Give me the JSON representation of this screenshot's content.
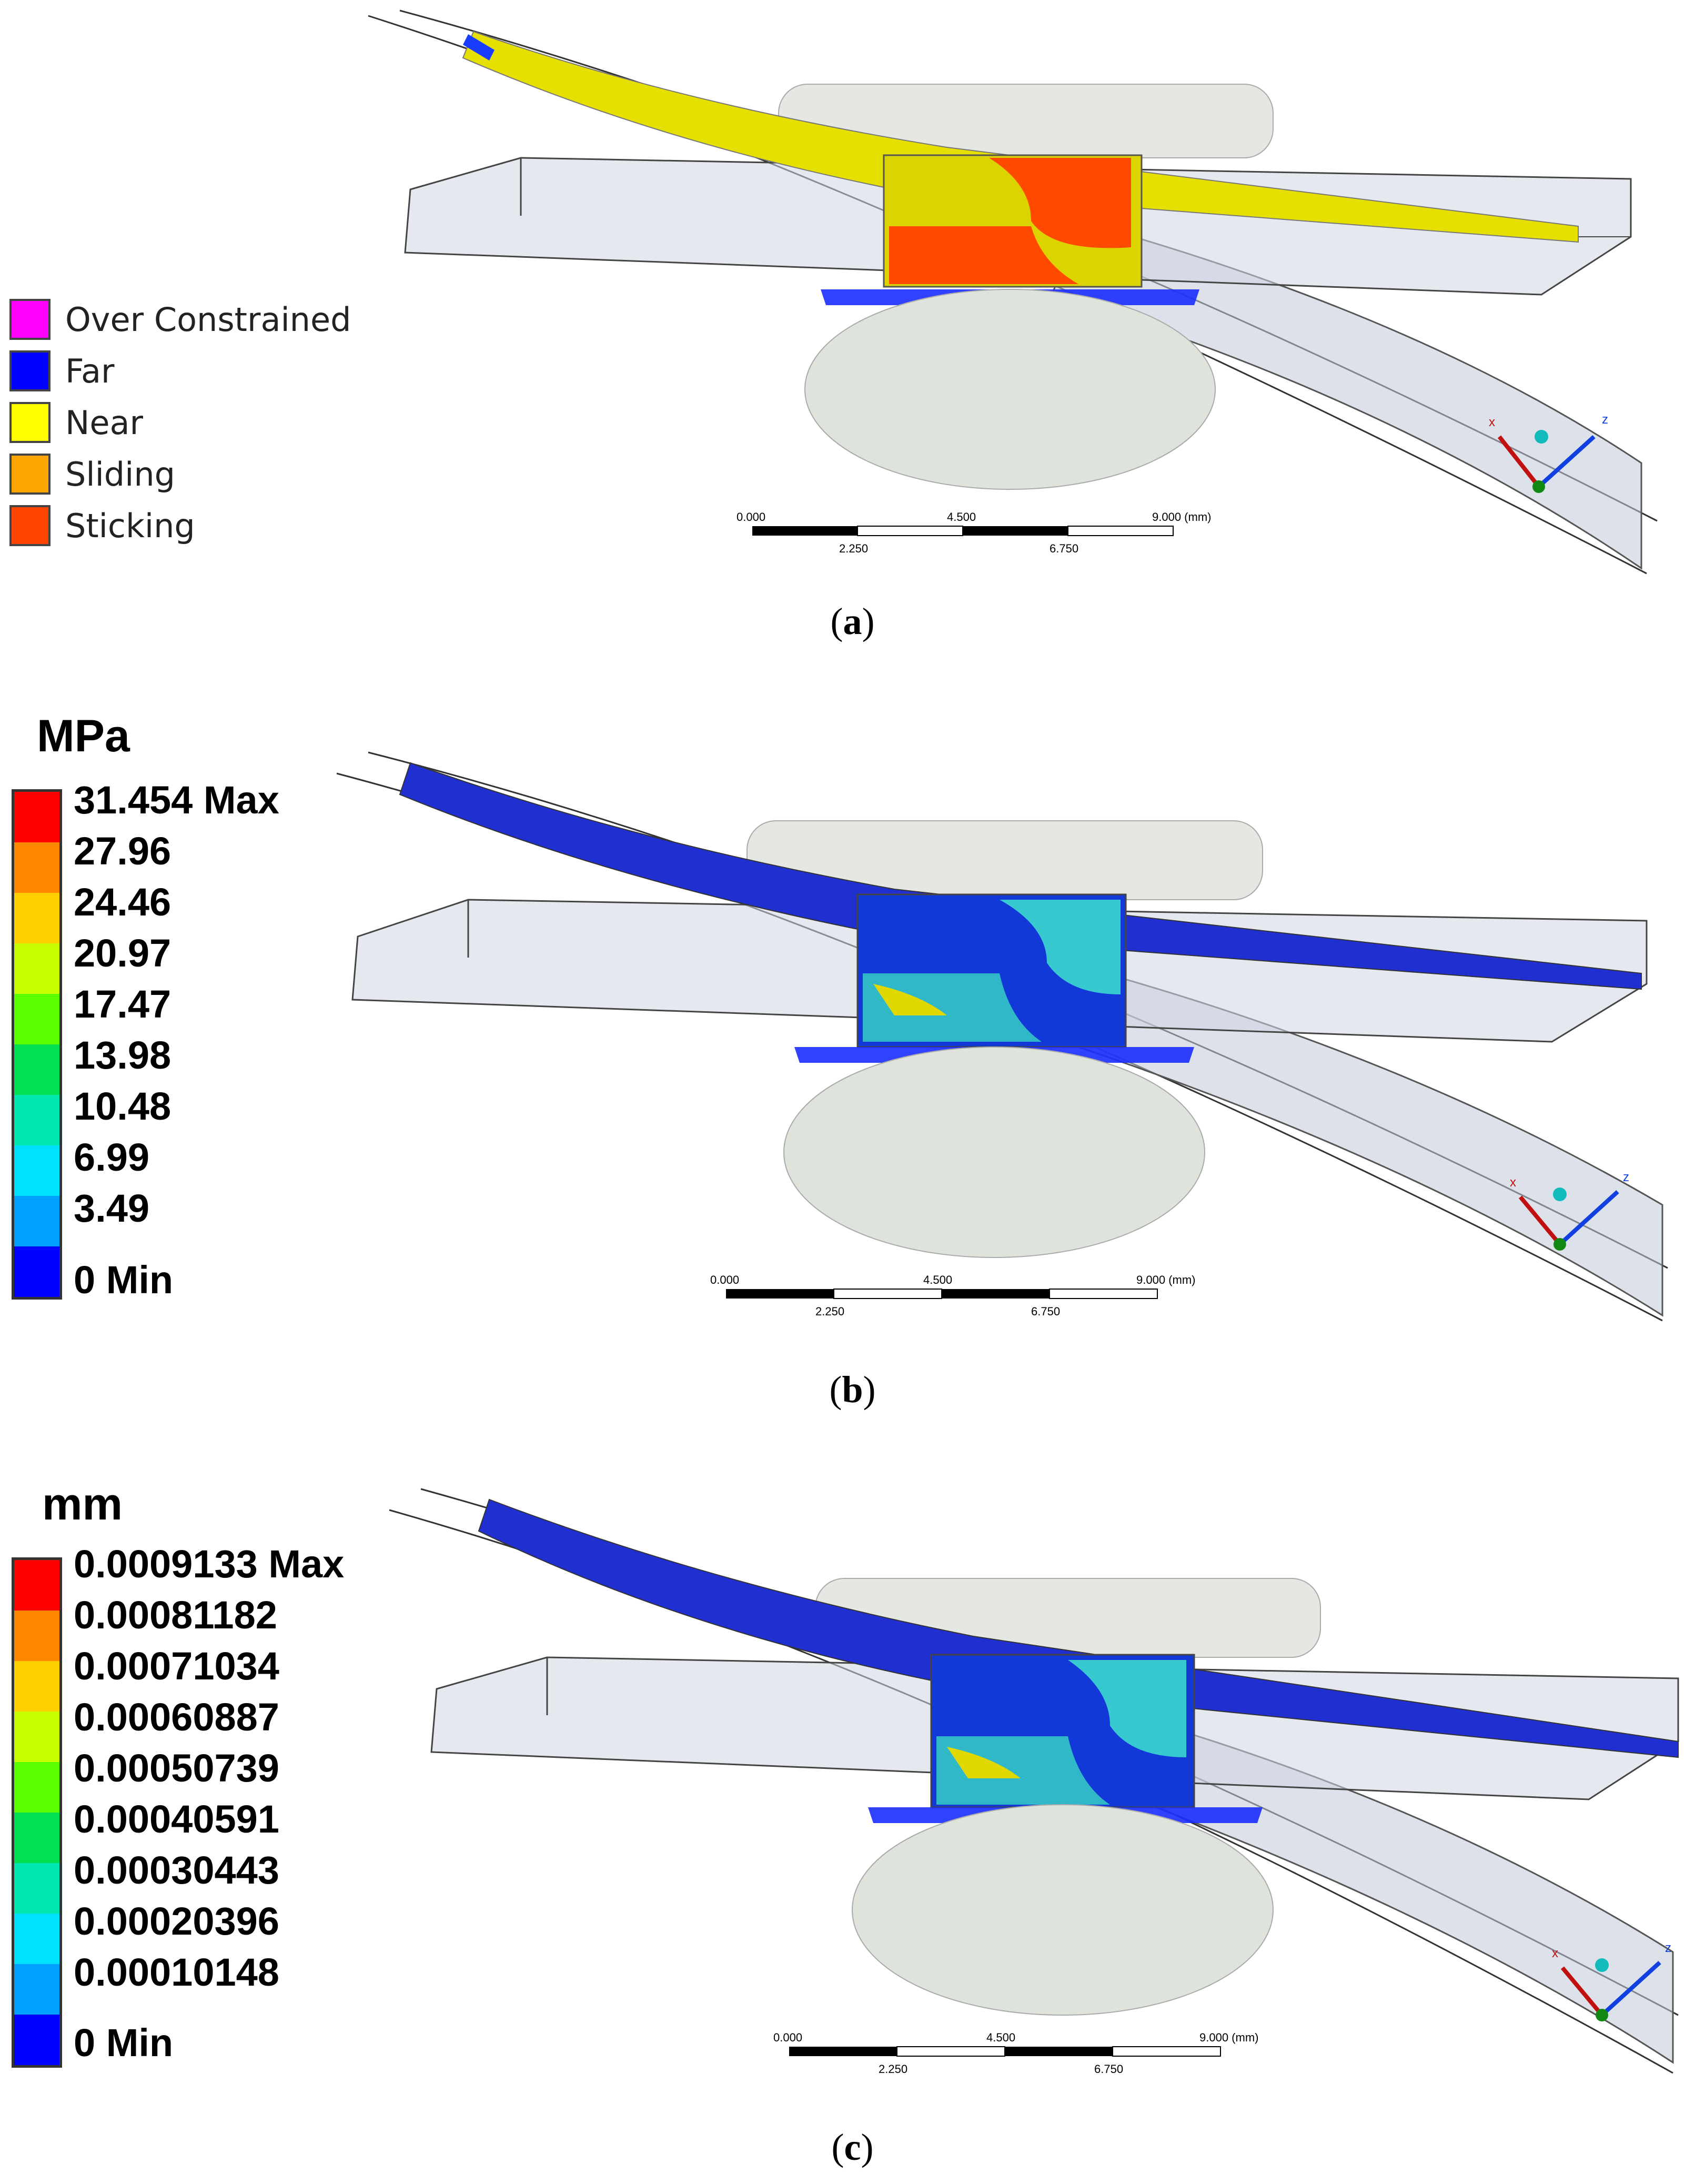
{
  "panels": [
    {
      "id": "a",
      "caption_letter": "a",
      "legend": [
        {
          "label": "Over Constrained",
          "color": "#ff00ff"
        },
        {
          "label": "Far",
          "color": "#0000ff"
        },
        {
          "label": "Near",
          "color": "#ffff00"
        },
        {
          "label": "Sliding",
          "color": "#ffa500"
        },
        {
          "label": "Sticking",
          "color": "#ff4500"
        }
      ],
      "scale_bar": {
        "top": [
          "0.000",
          "4.500",
          "9.000 (mm)"
        ],
        "bottom": [
          "2.250",
          "6.750"
        ]
      },
      "axes": {
        "x": "x",
        "z": "z"
      }
    },
    {
      "id": "b",
      "caption_letter": "b",
      "unit": "MPa",
      "colorbar": {
        "labels": [
          "31.454 Max",
          "27.96",
          "24.46",
          "20.97",
          "17.47",
          "13.98",
          "10.48",
          "6.99",
          "3.49",
          "0 Min"
        ],
        "colors": [
          "#ff0000",
          "#ff8800",
          "#ffd000",
          "#c8ff00",
          "#5aff00",
          "#00e050",
          "#00e8b0",
          "#00e0ff",
          "#00a0ff",
          "#0000ff"
        ]
      },
      "scale_bar": {
        "top": [
          "0.000",
          "4.500",
          "9.000 (mm)"
        ],
        "bottom": [
          "2.250",
          "6.750"
        ]
      },
      "axes": {
        "x": "x",
        "z": "z"
      }
    },
    {
      "id": "c",
      "caption_letter": "c",
      "unit": "mm",
      "colorbar": {
        "labels": [
          "0.0009133 Max",
          "0.00081182",
          "0.00071034",
          "0.00060887",
          "0.00050739",
          "0.00040591",
          "0.00030443",
          "0.00020396",
          "0.00010148",
          "0 Min"
        ],
        "colors": [
          "#ff0000",
          "#ff8800",
          "#ffd000",
          "#c8ff00",
          "#5aff00",
          "#00e050",
          "#00e8b0",
          "#00e0ff",
          "#00a0ff",
          "#0000ff"
        ]
      },
      "scale_bar": {
        "top": [
          "0.000",
          "4.500",
          "9.000 (mm)"
        ],
        "bottom": [
          "2.250",
          "6.750"
        ]
      },
      "axes": {
        "x": "x",
        "z": "z"
      }
    }
  ]
}
